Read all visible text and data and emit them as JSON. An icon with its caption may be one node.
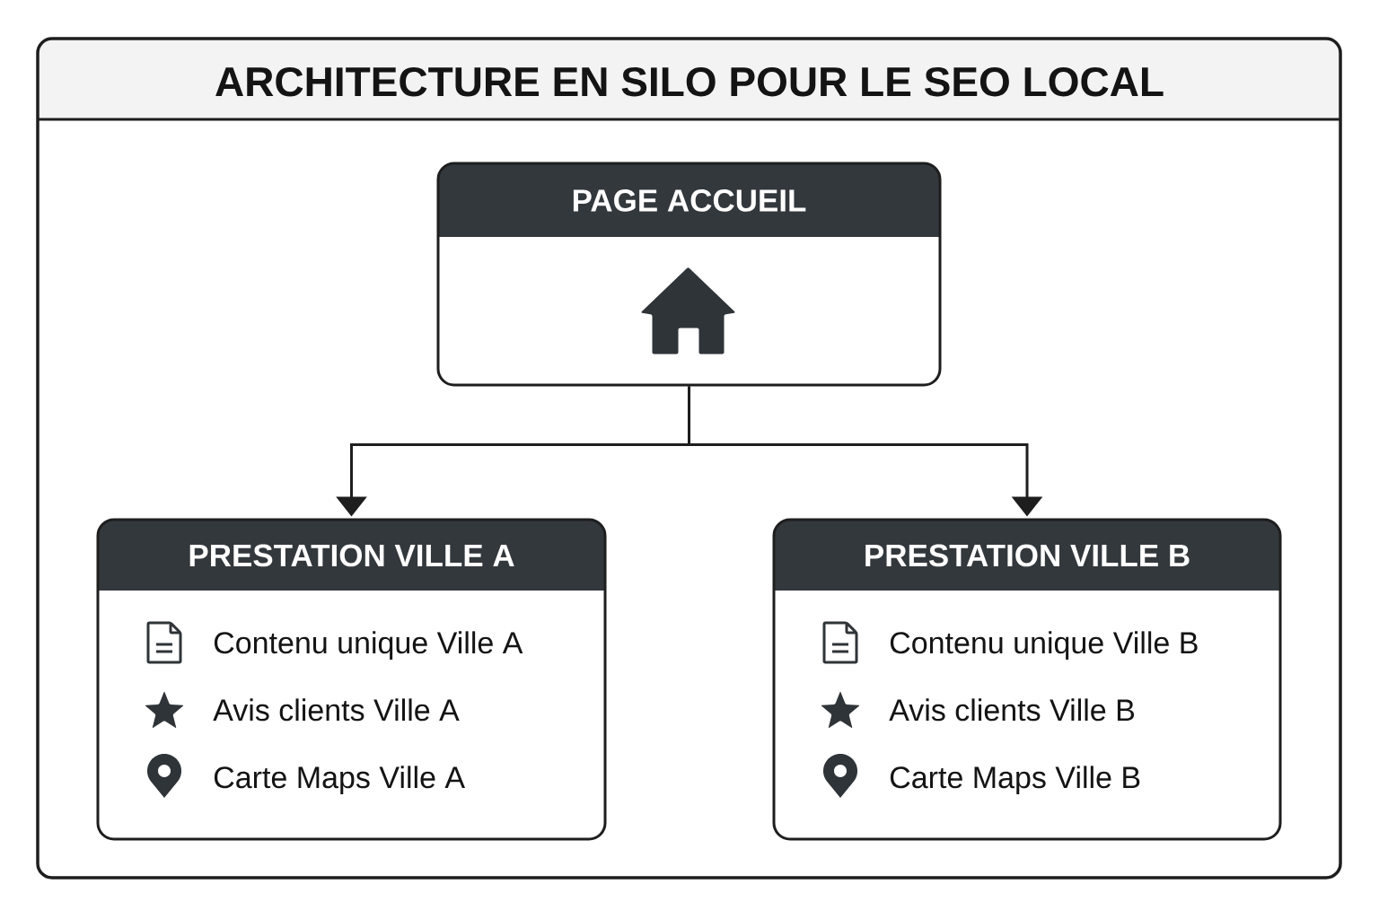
{
  "diagram": {
    "title": "ARCHITECTURE EN SILO POUR LE SEO LOCAL",
    "nodes": [
      {
        "text": [
          "PAGE ACCUEIL"
        ]
      },
      {
        "text": [
          "PRESTATION VILLE A",
          "Contenu unique Ville A",
          "Avis clients Ville A",
          "Carte Maps Ville A"
        ]
      },
      {
        "text": [
          "PRESTATION VILLE B",
          "Contenu unique Ville B",
          "Avis clients Ville B",
          "Carte Maps Ville B"
        ]
      }
    ],
    "edges": [
      {
        "from": 0,
        "to": 1,
        "arrow": "to"
      },
      {
        "from": 0,
        "to": 2,
        "arrow": "to"
      }
    ]
  }
}
